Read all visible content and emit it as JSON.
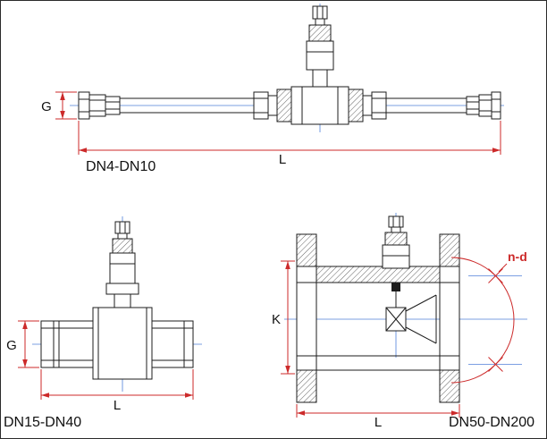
{
  "colors": {
    "line": "#1c1c1c",
    "dimension": "#cc2a2a",
    "centerline": "#4f7fd9",
    "text": "#111111",
    "background": "#ffffff"
  },
  "views": {
    "dn4_dn10": {
      "caption": "DN4-DN10",
      "dim_g": "G",
      "dim_l": "L"
    },
    "dn15_dn40": {
      "caption": "DN15-DN40",
      "dim_g": "G",
      "dim_l": "L"
    },
    "dn50_dn200": {
      "caption": "DN50-DN200",
      "dim_k": "K",
      "dim_l": "L",
      "bolt_label": "n-d"
    }
  }
}
